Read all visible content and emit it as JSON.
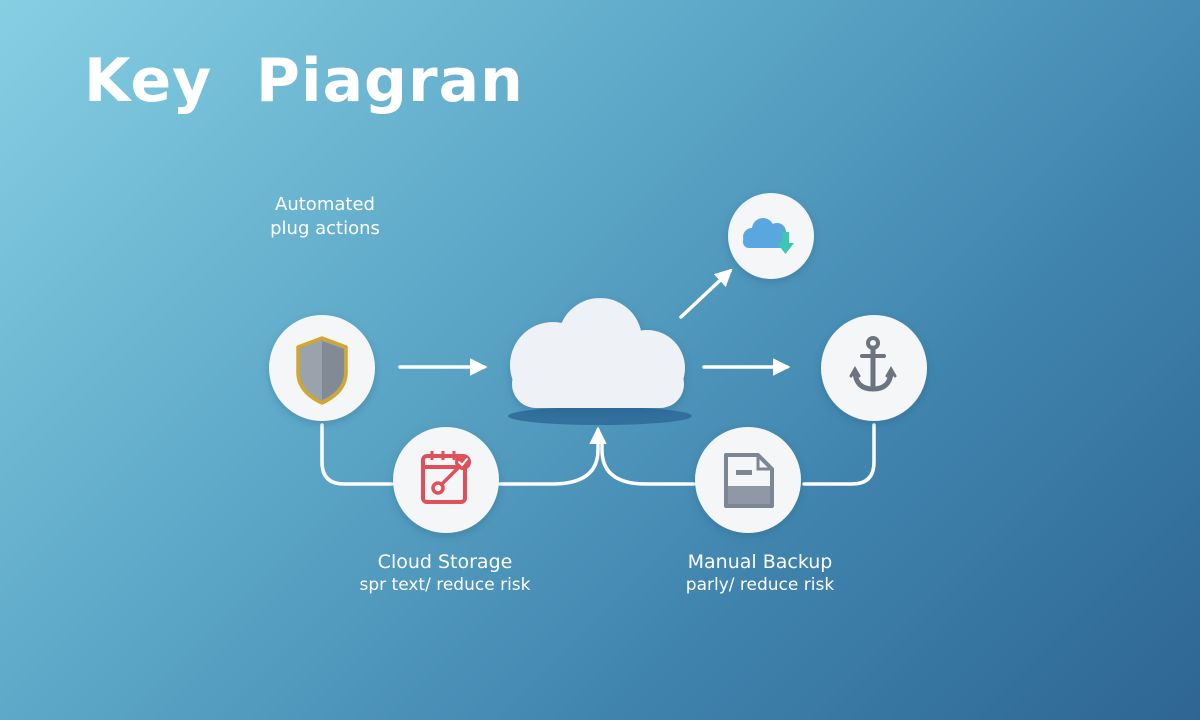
{
  "title": "Key  Piagran",
  "captions": {
    "automated": {
      "line1": "Automated",
      "line2": "plug actions"
    },
    "cloud_storage": {
      "line1": "Cloud Storage",
      "line2": "spr text/ reduce risk"
    },
    "manual_backup": {
      "line1": "Manual Backup",
      "line2": "parly/ reduce risk"
    }
  },
  "colors": {
    "node_fill": "#f4f6f8",
    "arrow": "#ffffff",
    "shield": "#d4a72c",
    "calendar": "#e0505b",
    "cloud_icon": "#5aa7e0",
    "download_arrow": "#3cc8b0",
    "anchor": "#6c7480",
    "document": "#7d8693"
  },
  "icons": [
    "shield-icon",
    "cloud-icon",
    "cloud-download-icon",
    "anchor-icon",
    "calendar-check-icon",
    "document-icon"
  ]
}
